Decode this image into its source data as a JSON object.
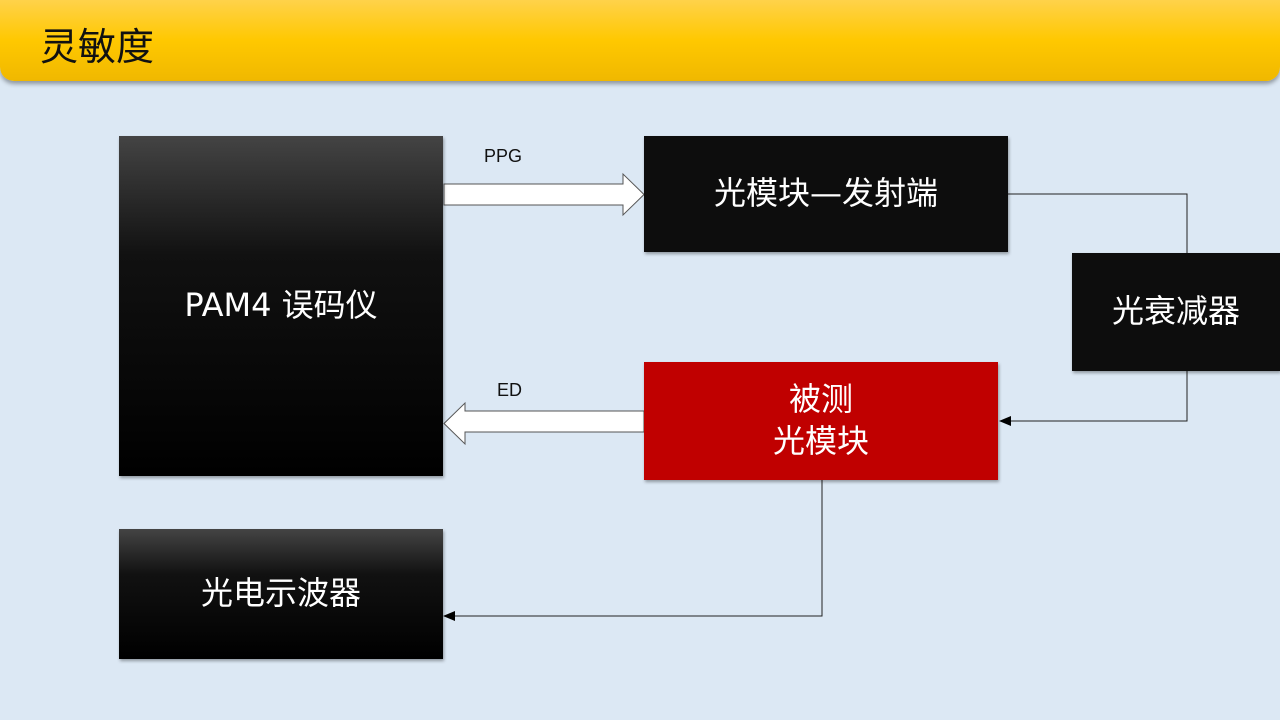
{
  "header": {
    "title": "灵敏度"
  },
  "blocks": {
    "bert": "PAM4 误码仪",
    "tx": "光模块—发射端",
    "attenuator": "光衰减器",
    "dut_line1": "被测",
    "dut_line2": "光模块",
    "scope": "光电示波器"
  },
  "labels": {
    "ppg": "PPG",
    "ed": "ED"
  },
  "colors": {
    "header": "#ffc800",
    "background": "#dce8f4",
    "dut": "#c00000",
    "block": "#0d0d0d"
  }
}
